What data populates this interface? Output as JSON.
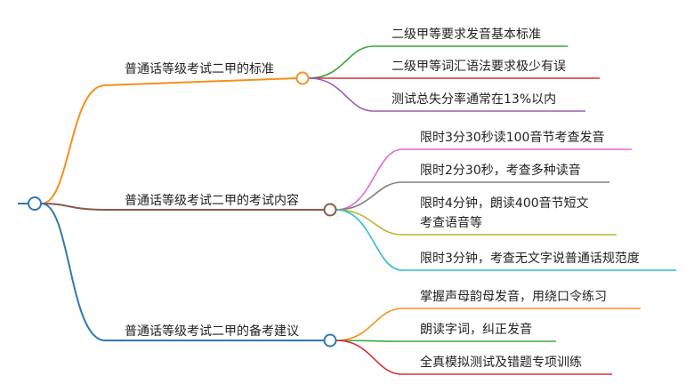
{
  "mindmap": {
    "branches": [
      {
        "label": "普通话等级考试二甲的标准",
        "color": "#f5901e",
        "children": [
          {
            "lines": [
              "二级甲等要求发音基本标准"
            ],
            "color": "#3aa63a"
          },
          {
            "lines": [
              "二级甲等词汇语法要求极少有误"
            ],
            "color": "#d7303b"
          },
          {
            "lines": [
              "测试总失分率通常在13%以内"
            ],
            "color": "#9b5db5"
          }
        ]
      },
      {
        "label": "普通话等级考试二甲的考试内容",
        "color": "#8b5a47",
        "children": [
          {
            "lines": [
              "限时3分30秒读100音节考查发音"
            ],
            "color": "#e26ad0"
          },
          {
            "lines": [
              "限时2分30秒，考查多种读音"
            ],
            "color": "#7f7f7f"
          },
          {
            "lines": [
              "限时4分钟，朗读400音节短文",
              "考查语音等"
            ],
            "color": "#b8b62c"
          },
          {
            "lines": [
              "限时3分钟，考查无文字说普通话规范度"
            ],
            "color": "#2cbdd0"
          }
        ]
      },
      {
        "label": "普通话等级考试二甲的备考建议",
        "color": "#2f78b6",
        "children": [
          {
            "lines": [
              "掌握声母韵母发音，用绕口令练习"
            ],
            "color": "#f5901e"
          },
          {
            "lines": [
              "朗读字词，纠正发音"
            ],
            "color": "#3aa63a"
          },
          {
            "lines": [
              "全真模拟测试及错题专项训练"
            ],
            "color": "#d7303b"
          }
        ]
      }
    ]
  }
}
